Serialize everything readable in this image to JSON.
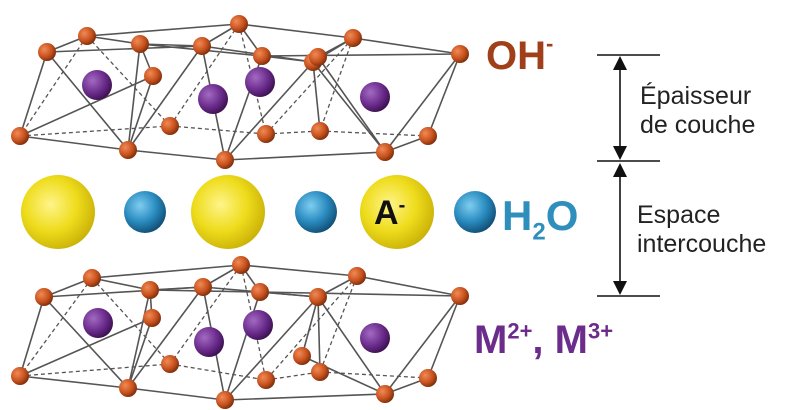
{
  "labels": {
    "hydroxide": {
      "base": "OH",
      "sup": "-"
    },
    "water": {
      "base": "H",
      "sub": "2",
      "tail": "O"
    },
    "metal": {
      "m2": "M",
      "m2_sup": "2+",
      "sep": ", ",
      "m3": "M",
      "m3_sup": "3+"
    },
    "anion": {
      "base": "A",
      "sup": "-"
    },
    "layer_thickness": [
      "Épaisseur",
      "de couche"
    ],
    "interlayer_space": [
      "Espace",
      "intercouche"
    ]
  },
  "colors": {
    "oxygen": "#c8521e",
    "metal": "#6b2c8c",
    "anion": "#e8d214",
    "water": "#2c8fc0",
    "bond": "#555555",
    "hydroxide_text": "#a0401a",
    "water_text": "#2f8fbc",
    "metal_text": "#6b2c8c"
  },
  "icons": [
    "double-headed-arrow-icon"
  ]
}
